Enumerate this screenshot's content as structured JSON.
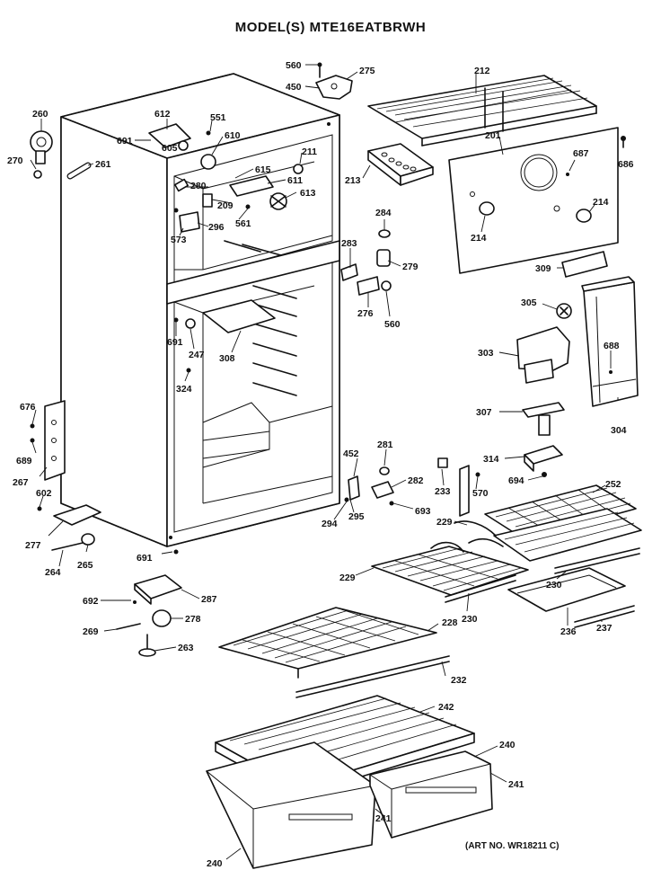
{
  "title": "MODEL(S) MTE16EATBRWH",
  "art_number": "(ART NO. WR18211 C)",
  "callouts": [
    "560",
    "275",
    "450",
    "212",
    "260",
    "612",
    "551",
    "691",
    "610",
    "211",
    "201",
    "687",
    "686",
    "270",
    "261",
    "615",
    "611",
    "213",
    "605",
    "280",
    "209",
    "613",
    "214",
    "214",
    "573",
    "296",
    "561",
    "284",
    "283",
    "279",
    "309",
    "276",
    "560",
    "305",
    "691",
    "247",
    "308",
    "688",
    "303",
    "324",
    "676",
    "307",
    "304",
    "689",
    "452",
    "281",
    "314",
    "267",
    "282",
    "233",
    "570",
    "694",
    "602",
    "295",
    "693",
    "252",
    "294",
    "229",
    "277",
    "229",
    "265",
    "691",
    "264",
    "230",
    "692",
    "287",
    "230",
    "236",
    "237",
    "269",
    "278",
    "228",
    "263",
    "232",
    "242",
    "240",
    "241",
    "241",
    "240"
  ]
}
